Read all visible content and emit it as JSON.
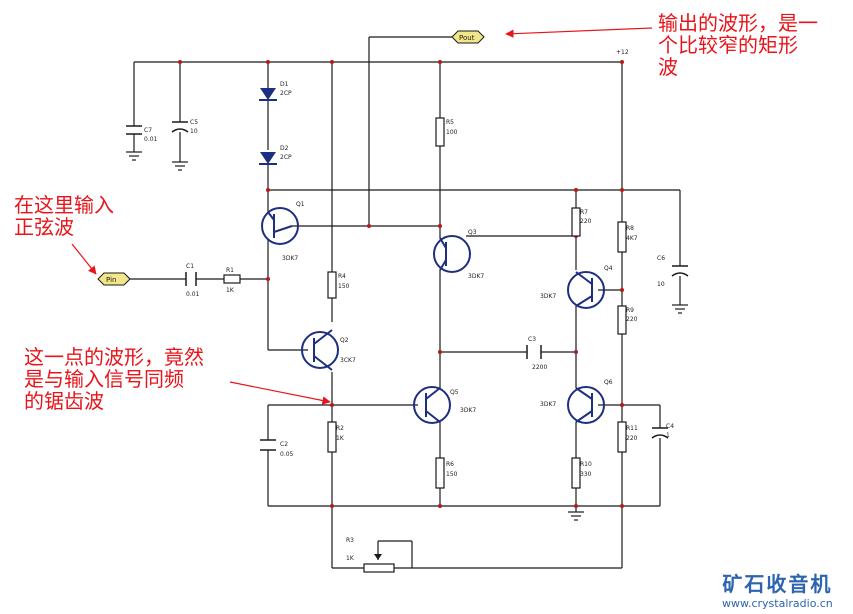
{
  "annotations": {
    "input": [
      "在这里输入",
      "正弦波"
    ],
    "output": [
      "输出的波形，是一",
      "个比较窄的矩形",
      "波"
    ],
    "sawtooth": [
      "这一点的波形，竟然",
      "是与输入信号同频",
      "的锯齿波"
    ]
  },
  "ports": {
    "input": "Pin",
    "output": "Pout"
  },
  "supply": "+12",
  "components": {
    "D1": {
      "ref": "D1",
      "value": "2CP"
    },
    "D2": {
      "ref": "D2",
      "value": "2CP"
    },
    "C7": {
      "ref": "C7",
      "value": "0.01"
    },
    "C5": {
      "ref": "C5",
      "value": "10"
    },
    "Q1": {
      "ref": "Q1",
      "value": "3DK7"
    },
    "Q2": {
      "ref": "Q2",
      "value": "3CK7"
    },
    "Q3": {
      "ref": "Q3",
      "value": "3DK7"
    },
    "Q4": {
      "ref": "Q4",
      "value": "3DK7"
    },
    "Q5": {
      "ref": "Q5",
      "value": "3DK7"
    },
    "Q6": {
      "ref": "Q6",
      "value": "3DK7"
    },
    "R1": {
      "ref": "R1",
      "value": "1K"
    },
    "C1": {
      "ref": "C1",
      "value": "0.01"
    },
    "R4": {
      "ref": "R4",
      "value": "150"
    },
    "R5": {
      "ref": "R5",
      "value": "100"
    },
    "R7": {
      "ref": "R7",
      "value": "220"
    },
    "R8": {
      "ref": "R8",
      "value": "4K7"
    },
    "R9": {
      "ref": "R9",
      "value": "220"
    },
    "C6": {
      "ref": "C6",
      "value": "10"
    },
    "C3": {
      "ref": "C3",
      "value": "2200"
    },
    "R2": {
      "ref": "R2",
      "value": "1K"
    },
    "C2": {
      "ref": "C2",
      "value": "0.05"
    },
    "R6": {
      "ref": "R6",
      "value": "150"
    },
    "R10": {
      "ref": "R10",
      "value": "330"
    },
    "R11": {
      "ref": "R11",
      "value": "220"
    },
    "C4": {
      "ref": "C4",
      "value": "1"
    },
    "R3": {
      "ref": "R3",
      "value": "1K"
    }
  },
  "watermark": {
    "title": "矿石收音机",
    "url": "www.crystalradio.cn"
  },
  "colors": {
    "wire": "#1a1a1a",
    "annotation": "#e8141a",
    "arrow": "#e8141a",
    "port_fill": "#f3e58a",
    "transistor": "#1f2f80",
    "diode": "#1f2f80",
    "watermark": "#2d64b0"
  }
}
